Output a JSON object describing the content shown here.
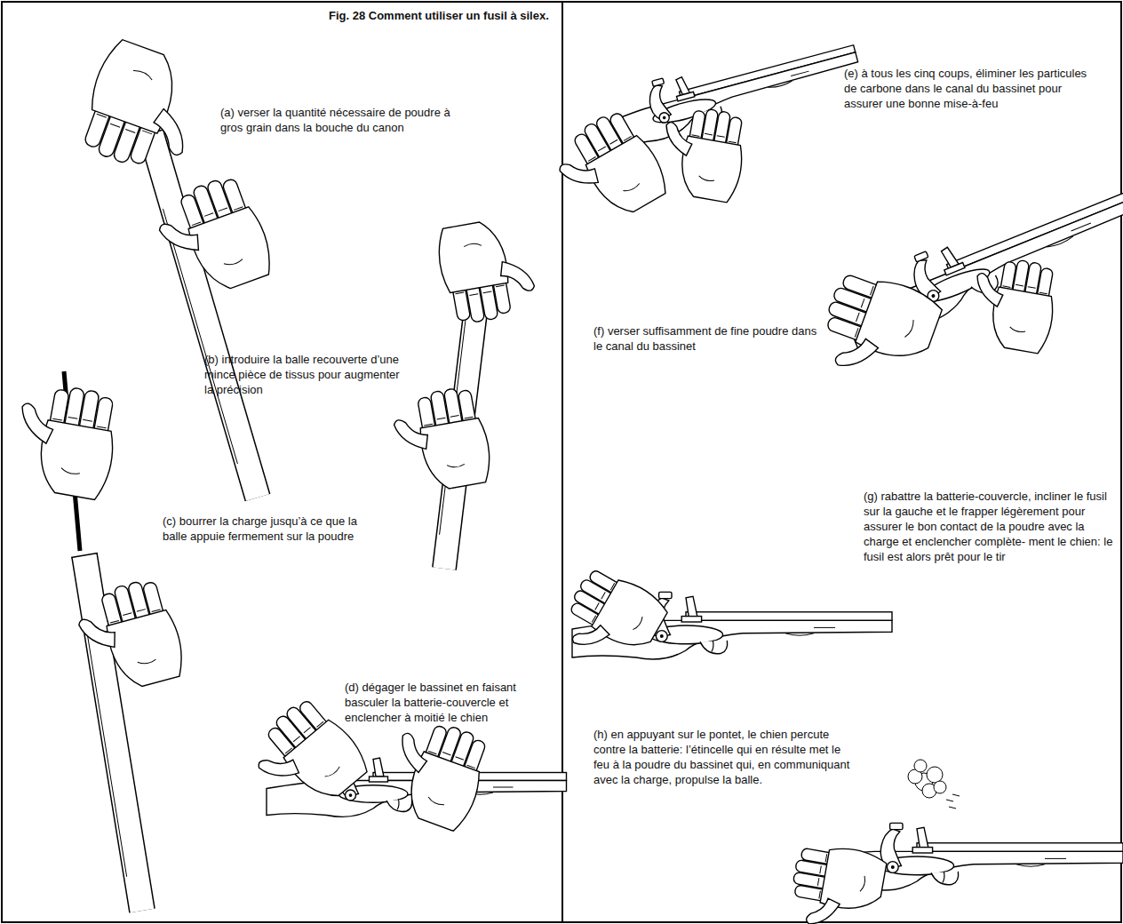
{
  "diagram": {
    "title": "Fig. 28 Comment utiliser un fusil à silex.",
    "labels": [
      "(a) verser la quantité nécessaire de poudre à gros grain dans la bouche du canon",
      "(b) introduire la balle recouverte d’une mince pièce de tissus pour augmenter la précision",
      "(c) bourrer la charge jusqu’à ce que la balle appuie fermement sur la poudre",
      "(d) dégager le bassinet en faisant basculer la batterie-couvercle et enclencher à moitié le chien",
      "(e) à tous les cinq coups, éliminer les particules de carbone dans le canal du bassinet pour assurer une bonne mise-à-feu",
      "(f) verser suffisamment de fine poudre dans le canal du bassinet",
      "(g) rabattre la batterie-couvercle, incliner le fusil sur la gauche et le frapper légèrement pour assurer le bon contact de la poudre avec la charge et enclencher complète- ment le chien: le fusil est alors prêt pour le tir",
      "(h) en appuyant sur le pontet, le chien percute contre la batterie: l’étincelle qui en résulte met le feu à la poudre du bassinet qui, en communiquant avec la charge, propulse la balle."
    ]
  }
}
